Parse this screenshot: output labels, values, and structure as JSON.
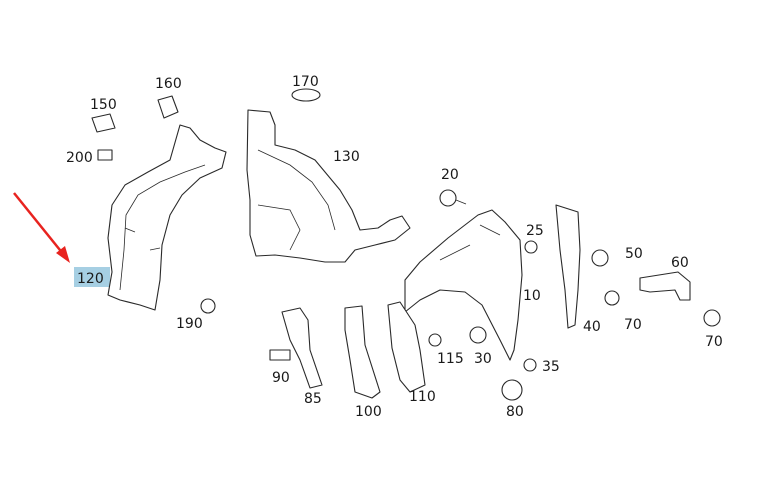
{
  "highlight_color": "#a6cfe3",
  "arrow_color": "#e8231f",
  "highlighted_part": "120",
  "labels": {
    "p10": "10",
    "p20": "20",
    "p25": "25",
    "p30": "30",
    "p35": "35",
    "p40": "40",
    "p50": "50",
    "p60": "60",
    "p70a": "70",
    "p70b": "70",
    "p80": "80",
    "p85": "85",
    "p90": "90",
    "p100": "100",
    "p110": "110",
    "p115": "115",
    "p120": "120",
    "p130": "130",
    "p150": "150",
    "p160": "160",
    "p170": "170",
    "p190": "190",
    "p200": "200"
  }
}
